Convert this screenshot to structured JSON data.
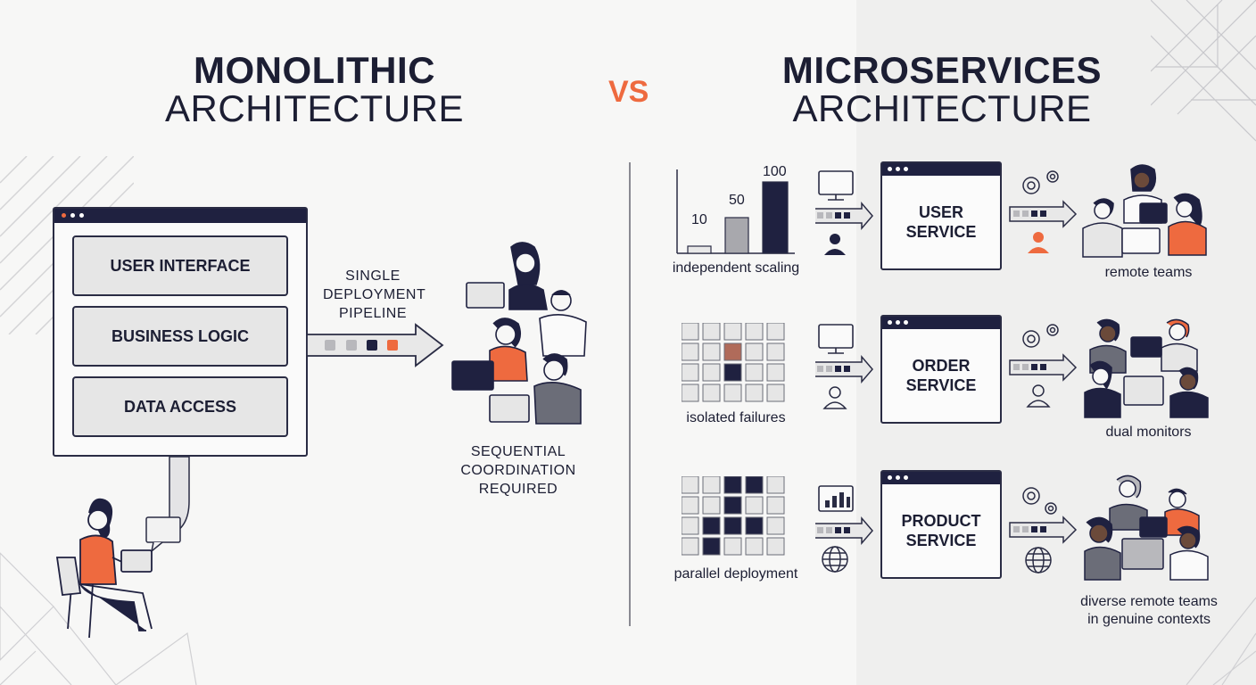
{
  "colors": {
    "navy": "#1f2140",
    "orange": "#ee6a3f",
    "gray": "#b8b8bc",
    "light": "#e6e6e6"
  },
  "monolithic": {
    "title_line1": "MONOLITHIC",
    "title_line2": "ARCHITECTURE",
    "layers": [
      "USER INTERFACE",
      "BUSINESS LOGIC",
      "DATA ACCESS"
    ],
    "pipeline_label": [
      "SINGLE",
      "DEPLOYMENT",
      "PIPELINE"
    ],
    "coordination_label": [
      "SEQUENTIAL",
      "COORDINATION",
      "REQUIRED"
    ]
  },
  "vs": "VS",
  "microservices": {
    "title_line1": "MICROSERVICES",
    "title_line2": "ARCHITECTURE",
    "rows": [
      {
        "left_caption": "independent scaling",
        "bar_values": [
          10,
          50,
          100
        ],
        "service": [
          "USER",
          "SERVICE"
        ],
        "team_caption": [
          "remote teams"
        ],
        "left_icon": "monitor-icon",
        "right_icon": "gear-icon"
      },
      {
        "left_caption": "isolated failures",
        "service": [
          "ORDER",
          "SERVICE"
        ],
        "team_caption": [
          "dual monitors"
        ],
        "left_icon": "monitor-icon",
        "right_icon": "gear-icon"
      },
      {
        "left_caption": "parallel deployment",
        "service": [
          "PRODUCT",
          "SERVICE"
        ],
        "team_caption": [
          "diverse remote teams",
          "in genuine contexts"
        ],
        "left_icon": "chart-icon",
        "right_icon": "gear-icon"
      }
    ]
  }
}
